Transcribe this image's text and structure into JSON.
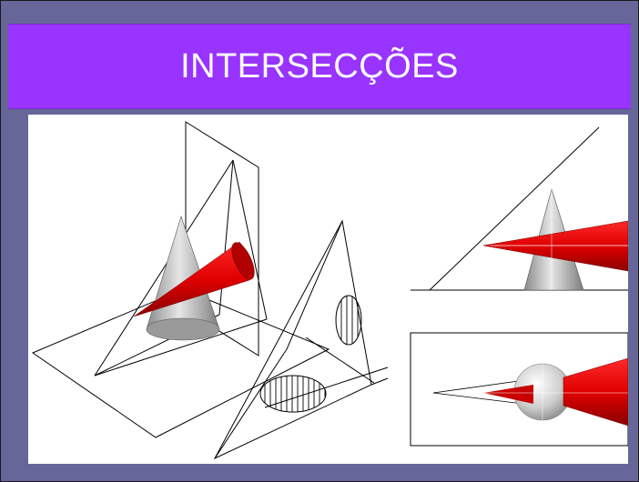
{
  "slide": {
    "title": "INTERSECÇÕES"
  },
  "colors": {
    "background": "#666699",
    "title_bar": "#9933ff",
    "title_text": "#ffffff",
    "red_cone": "#e00000",
    "grey_cone": "#b8b8b8"
  },
  "figure": {
    "panels": [
      {
        "name": "cone-and-cone-on-planes",
        "icons": [
          "grey-cone-icon",
          "red-cone-icon"
        ]
      },
      {
        "name": "hatched-section-pyramid",
        "icons": [
          "hatched-ellipse-icon"
        ]
      },
      {
        "name": "cone-intersection-view",
        "icons": [
          "grey-cone-icon",
          "red-cone-icon"
        ]
      },
      {
        "name": "sphere-intersection-view",
        "icons": [
          "sphere-icon",
          "red-cone-icon"
        ]
      }
    ]
  }
}
